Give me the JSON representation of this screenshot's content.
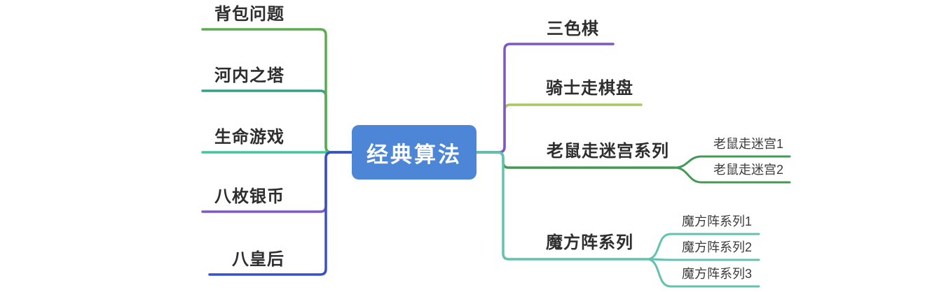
{
  "root": {
    "label": "经典算法",
    "fill": "#4d86d6"
  },
  "left_branches": [
    {
      "label": "背包问题",
      "color": "#5aad4e"
    },
    {
      "label": "河内之塔",
      "color": "#36a186"
    },
    {
      "label": "生命游戏",
      "color": "#41c79a"
    },
    {
      "label": "八枚银币",
      "color": "#7c57d4"
    },
    {
      "label": "八皇后",
      "color": "#3850c6"
    }
  ],
  "right_branches": [
    {
      "label": "三色棋",
      "color": "#7e57c2"
    },
    {
      "label": "骑士走棋盘",
      "color": "#a9c661"
    },
    {
      "label": "老鼠走迷宫系列",
      "color": "#429a54",
      "children": [
        {
          "label": "老鼠走迷宫1"
        },
        {
          "label": "老鼠走迷宫2"
        }
      ]
    },
    {
      "label": "魔方阵系列",
      "color": "#62c2ae",
      "children": [
        {
          "label": "魔方阵系列1"
        },
        {
          "label": "魔方阵系列2"
        },
        {
          "label": "魔方阵系列3"
        }
      ]
    }
  ]
}
